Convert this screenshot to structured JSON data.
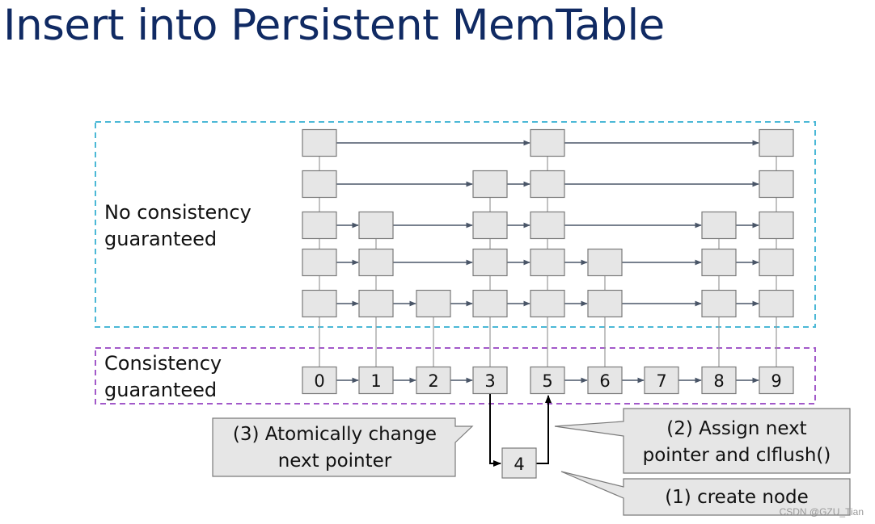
{
  "title": "Insert into Persistent MemTable",
  "regions": {
    "top_label_line1": "No consistency",
    "top_label_line2": "guaranteed",
    "bottom_label_line1": "Consistency",
    "bottom_label_line2": "guaranteed",
    "top_border_color": "#4bb8d6",
    "bottom_border_color": "#a259c9"
  },
  "persistent_nodes": [
    "0",
    "1",
    "2",
    "3",
    "5",
    "6",
    "7",
    "8",
    "9"
  ],
  "new_node": "4",
  "callouts": {
    "step3_line1": "(3) Atomically change",
    "step3_line2": "next pointer",
    "step2_line1": "(2) Assign next",
    "step2_line2": "pointer and clflush()",
    "step1": "(1) create node"
  },
  "watermark": "CSDN @GZU_Tian",
  "colors": {
    "title": "#102a63",
    "box_fill": "#e6e6e6",
    "box_stroke": "#7a7a7a",
    "arrow": "#4a5668"
  }
}
